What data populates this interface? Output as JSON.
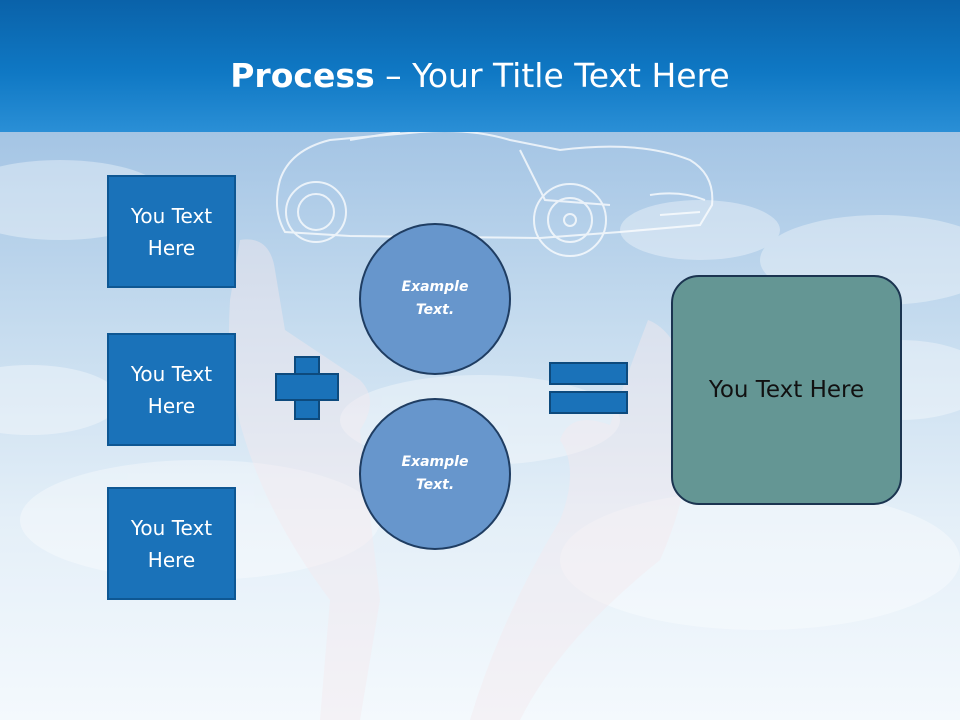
{
  "title": {
    "bold": "Process",
    "rest": " – Your Title Text Here"
  },
  "left_boxes": [
    {
      "label": "You Text Here"
    },
    {
      "label": "You Text Here"
    },
    {
      "label": "You Text Here"
    }
  ],
  "circles": [
    {
      "label": "Example Text."
    },
    {
      "label": "Example Text."
    }
  ],
  "result": {
    "label": "You Text Here"
  },
  "colors": {
    "header": "#0f78c4",
    "box_fill": "#1a72b9",
    "circle_fill": "#6796cc",
    "result_fill": "#649694"
  },
  "icons": [
    "plus-icon",
    "equals-icon"
  ]
}
